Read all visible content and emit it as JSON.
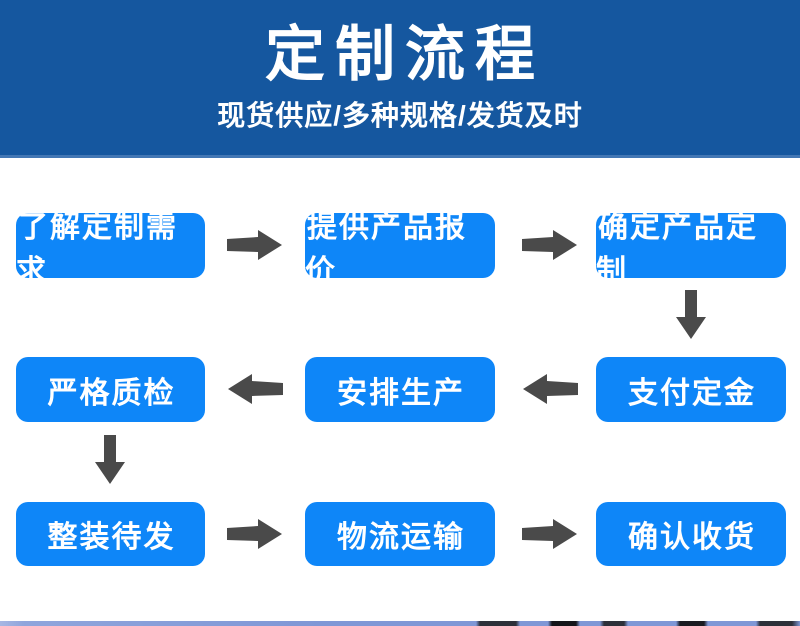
{
  "header": {
    "title": "定制流程",
    "subtitle": "现货供应/多种规格/发货及时"
  },
  "flow": {
    "grid": [
      {
        "row": 1,
        "col": 1,
        "label": "了解定制需求"
      },
      {
        "row": 1,
        "col": 2,
        "label": "提供产品报价"
      },
      {
        "row": 1,
        "col": 3,
        "label": "确定产品定制"
      },
      {
        "row": 2,
        "col": 1,
        "label": "严格质检"
      },
      {
        "row": 2,
        "col": 2,
        "label": "安排生产"
      },
      {
        "row": 2,
        "col": 3,
        "label": "支付定金"
      },
      {
        "row": 3,
        "col": 1,
        "label": "整装待发"
      },
      {
        "row": 3,
        "col": 2,
        "label": "物流运输"
      },
      {
        "row": 3,
        "col": 3,
        "label": "确认收货"
      }
    ],
    "sequence": [
      "了解定制需求",
      "提供产品报价",
      "确定产品定制",
      "支付定金",
      "安排生产",
      "严格质检",
      "整装待发",
      "物流运输",
      "确认收货"
    ],
    "arrows": [
      "right-arrow",
      "right-arrow",
      "down-arrow",
      "left-arrow",
      "left-arrow",
      "down-arrow",
      "right-arrow",
      "right-arrow"
    ]
  },
  "colors": {
    "header_bg": "#15579f",
    "header_edge": "#4377b4",
    "header_text": "#ffffff",
    "box_bg": "#0e86f8",
    "box_text": "#ffffff",
    "arrow_color": "#4a4a4a"
  }
}
